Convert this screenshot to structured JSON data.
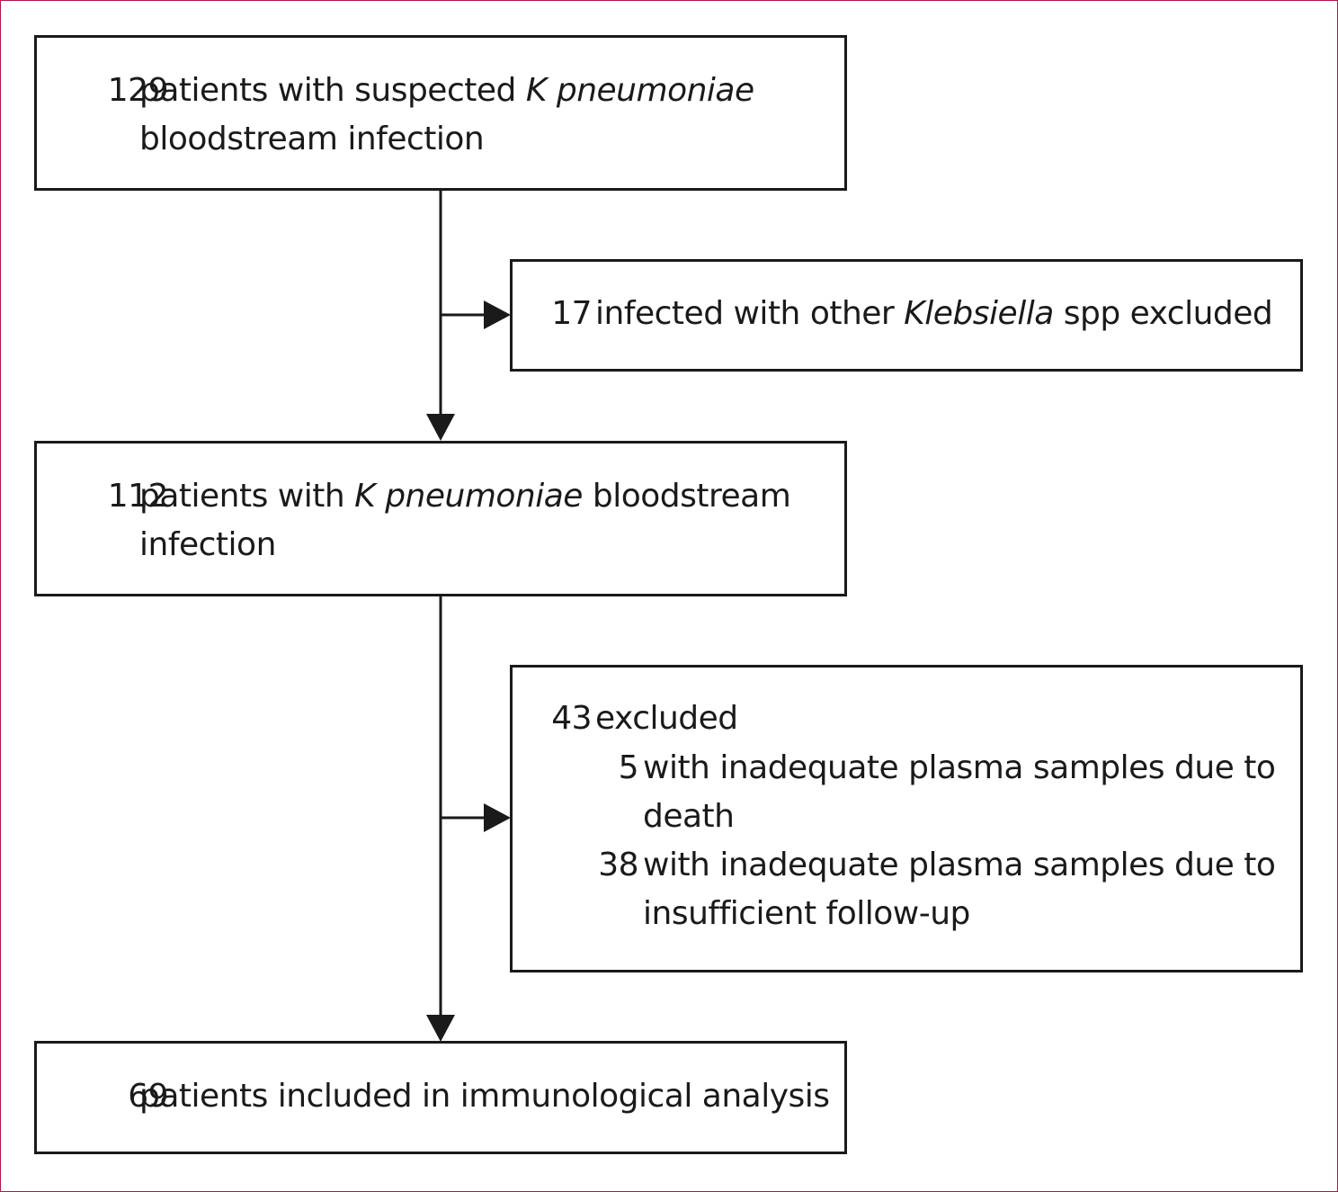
{
  "box1": {
    "number": "129",
    "line1_pre": "patients with suspected ",
    "line1_italic": "K pneumoniae",
    "line2": "bloodstream infection"
  },
  "box2": {
    "number": "17",
    "pre": "infected with other ",
    "italic": "Klebsiella",
    "post": " spp excluded"
  },
  "box3": {
    "number": "112",
    "line1_pre": "patients with ",
    "line1_italic": "K pneumoniae",
    "line1_post": " bloodstream",
    "line2": "infection"
  },
  "box4": {
    "number": "43",
    "label": "excluded",
    "items": [
      {
        "number": "5",
        "line1": "with inadequate plasma samples due to",
        "line2": "death"
      },
      {
        "number": "38",
        "line1": "with inadequate plasma samples due to",
        "line2": "insufficient follow-up"
      }
    ]
  },
  "box5": {
    "number": "69",
    "label": "patients included in immunological analysis"
  }
}
